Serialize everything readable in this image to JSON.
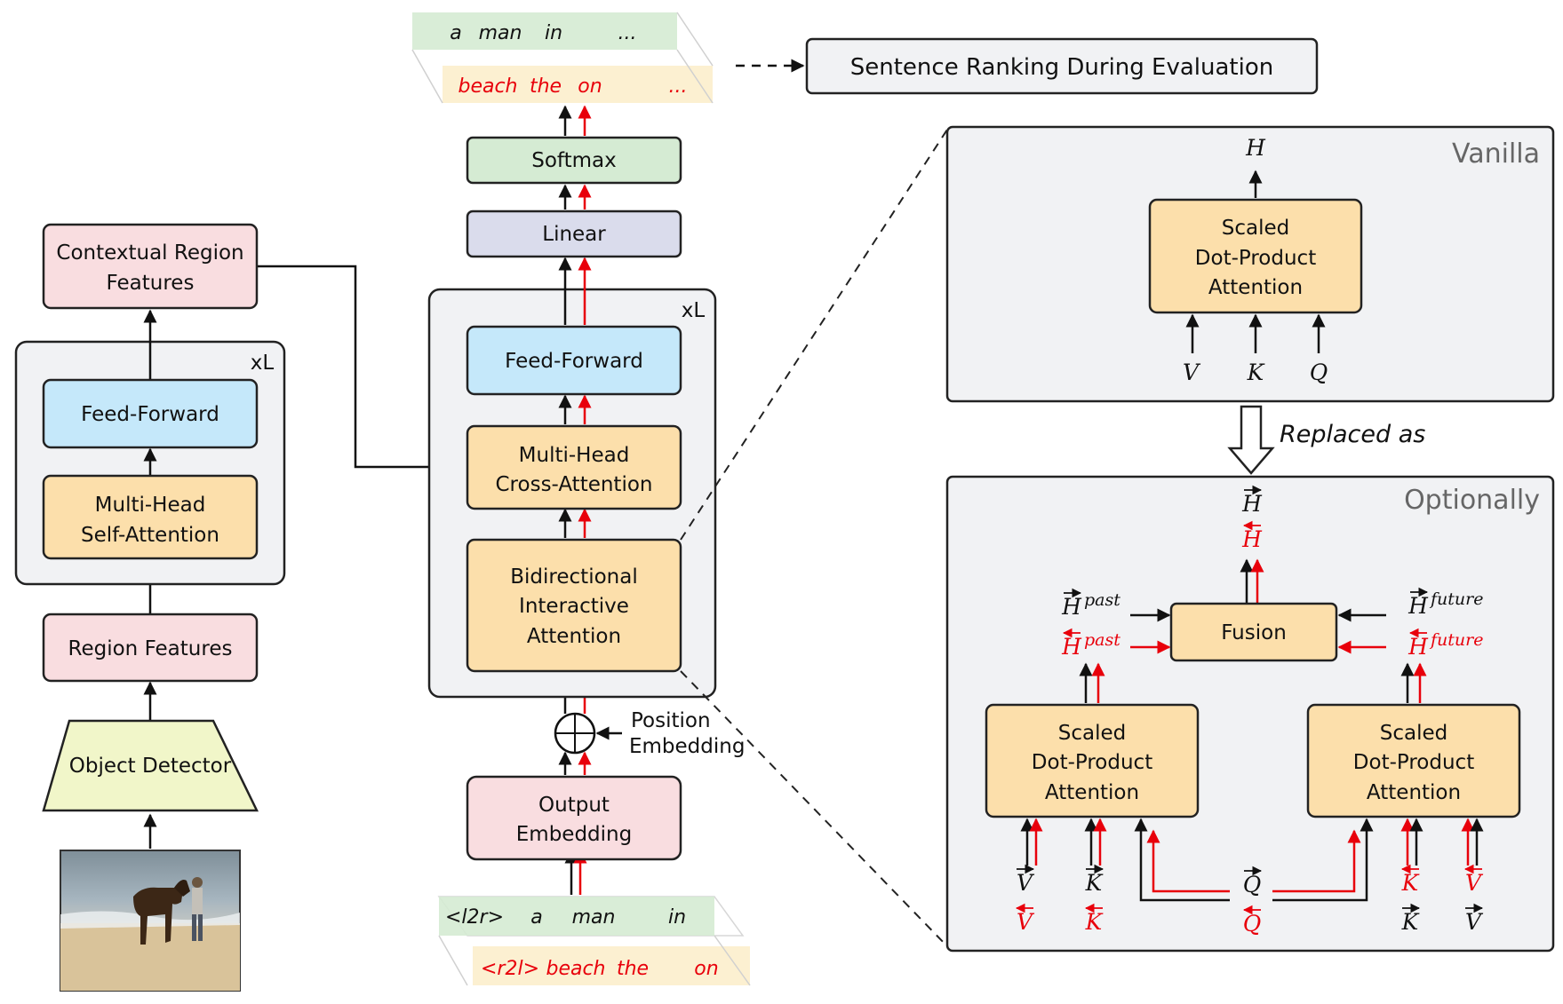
{
  "encoder": {
    "object_detector": "Object Detector",
    "region_features": "Region Features",
    "self_attention_line1": "Multi-Head",
    "self_attention_line2": "Self-Attention",
    "feed_forward": "Feed-Forward",
    "repeat_label": "xL",
    "contextual_line1": "Contextual Region",
    "contextual_line2": "Features"
  },
  "decoder": {
    "output_embedding_line1": "Output",
    "output_embedding_line2": "Embedding",
    "position_line1": "Position",
    "position_line2": "Embedding",
    "bia_line1": "Bidirectional",
    "bia_line2": "Interactive",
    "bia_line3": "Attention",
    "cross_attention_line1": "Multi-Head",
    "cross_attention_line2": "Cross-Attention",
    "feed_forward": "Feed-Forward",
    "repeat_label": "xL",
    "linear": "Linear",
    "softmax": "Softmax"
  },
  "input_tokens": {
    "l2r": [
      "<l2r>",
      "a",
      "man",
      "in"
    ],
    "r2l": [
      "<r2l>",
      "beach",
      "the",
      "on"
    ]
  },
  "output_tokens": {
    "l2r": [
      "a",
      "man",
      "in",
      "..."
    ],
    "r2l": [
      "beach",
      "the",
      "on",
      "..."
    ]
  },
  "ranking": "Sentence Ranking During Evaluation",
  "vanilla": {
    "title": "Vanilla",
    "output": "H",
    "box_line1": "Scaled",
    "box_line2": "Dot-Product",
    "box_line3": "Attention",
    "inputs": [
      "V",
      "K",
      "Q"
    ]
  },
  "replaced_as": "Replaced as",
  "optional": {
    "title": "Optionally",
    "fusion": "Fusion",
    "box_line1": "Scaled",
    "box_line2": "Dot-Product",
    "box_line3": "Attention",
    "h": "H",
    "past": "past",
    "future": "future",
    "q": "Q",
    "v": "V",
    "k": "K"
  },
  "colors": {
    "red": "#e8000b",
    "orange_box": "#fcdfab",
    "blue_box": "#c5e8fa",
    "pink_box": "#f9dde0",
    "green_box": "#d5ebd3",
    "lavender_box": "#dadcec",
    "yellow_box": "#f1f6c9",
    "panel_gray": "#f1f2f4"
  }
}
